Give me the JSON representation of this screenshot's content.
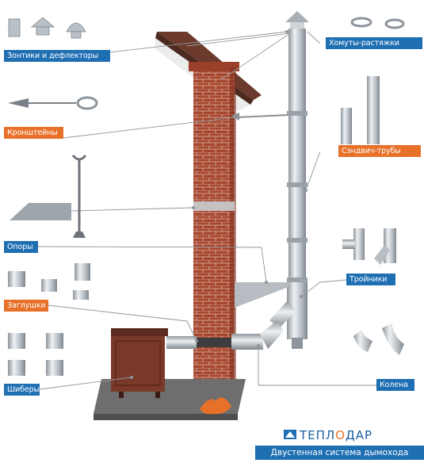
{
  "labels": {
    "umbrellas": "Зонтики и дефлекторы",
    "clamps": "Хомуты-растяжки",
    "brackets": "Кронштейны",
    "sandwich_pipes": "Сэндвич-трубы",
    "supports": "Опоры",
    "tees": "Тройники",
    "plugs": "Заглушки",
    "elbows": "Колена",
    "dampers": "Шиберы"
  },
  "brand": {
    "part1": "ТЕПЛ",
    "part2": "О",
    "part3": "ДАР"
  },
  "banner_text": "Двустенная система дымохода",
  "colors": {
    "blue": "#1f6fb3",
    "orange": "#e8712a",
    "brick": "#a8472f",
    "steel": "#c9ced3"
  },
  "icons": [
    "flame-icon"
  ]
}
